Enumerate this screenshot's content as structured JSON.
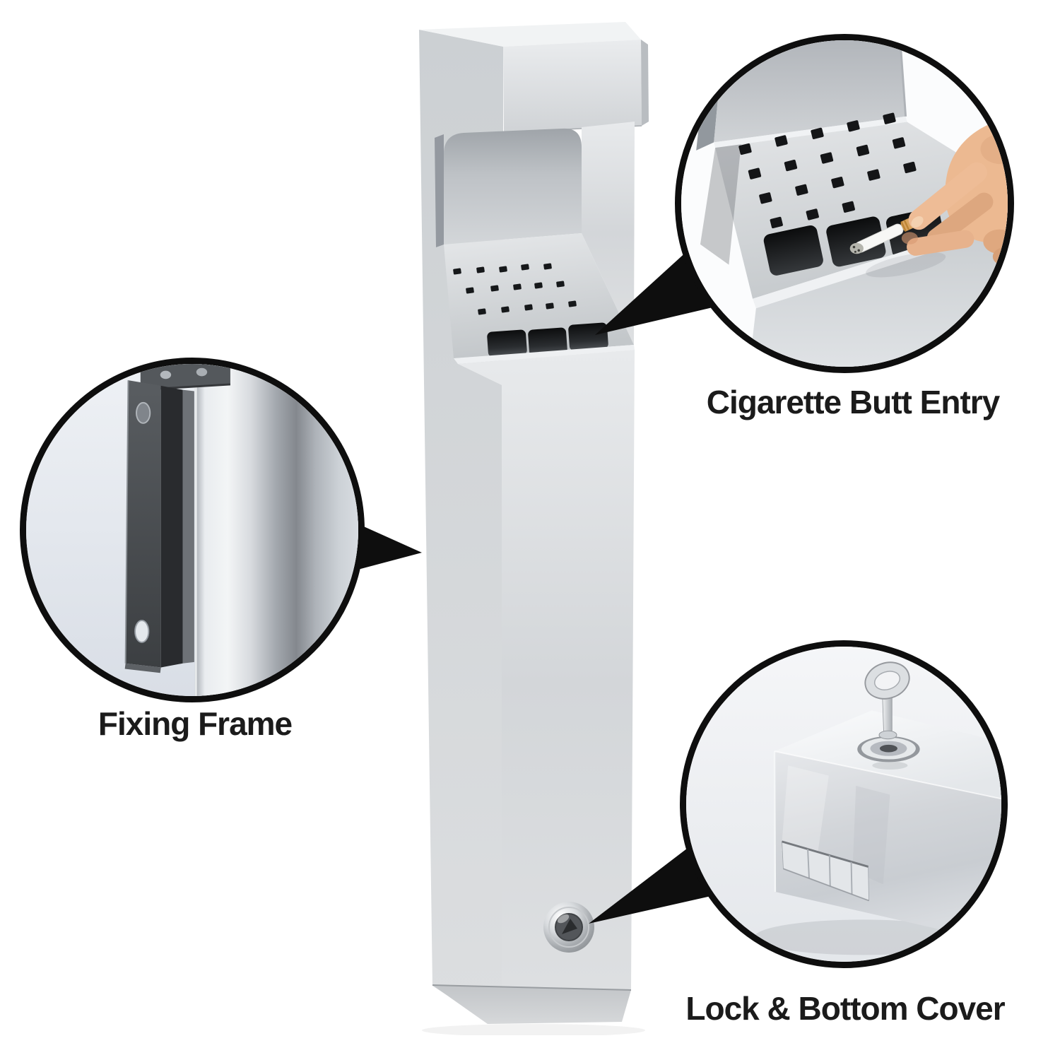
{
  "page": {
    "background_color": "#ffffff",
    "description_colors": {
      "annotation_black": "#0e0e0e",
      "label_text": "#1b1b1b",
      "steel_light": "#eceef0",
      "steel_mid": "#d5d8da",
      "steel_dark": "#a9adb2",
      "slot_black": "#1c1e20",
      "bracket_dark_gray": "#3c3f42",
      "skin_tone": "#ecb991",
      "cigarette_filter": "#d9a45f"
    }
  },
  "product": {
    "name": "wall-mounted stainless steel cigarette butt receptacle",
    "entry_slot_count": 3,
    "stub_hole_rows": 3,
    "has_lock": true
  },
  "callouts": [
    {
      "id": "cigarette-butt-entry",
      "label": "Cigarette Butt Entry"
    },
    {
      "id": "fixing-frame",
      "label": "Fixing Frame"
    },
    {
      "id": "lock-bottom-cover",
      "label": "Lock & Bottom Cover"
    }
  ]
}
